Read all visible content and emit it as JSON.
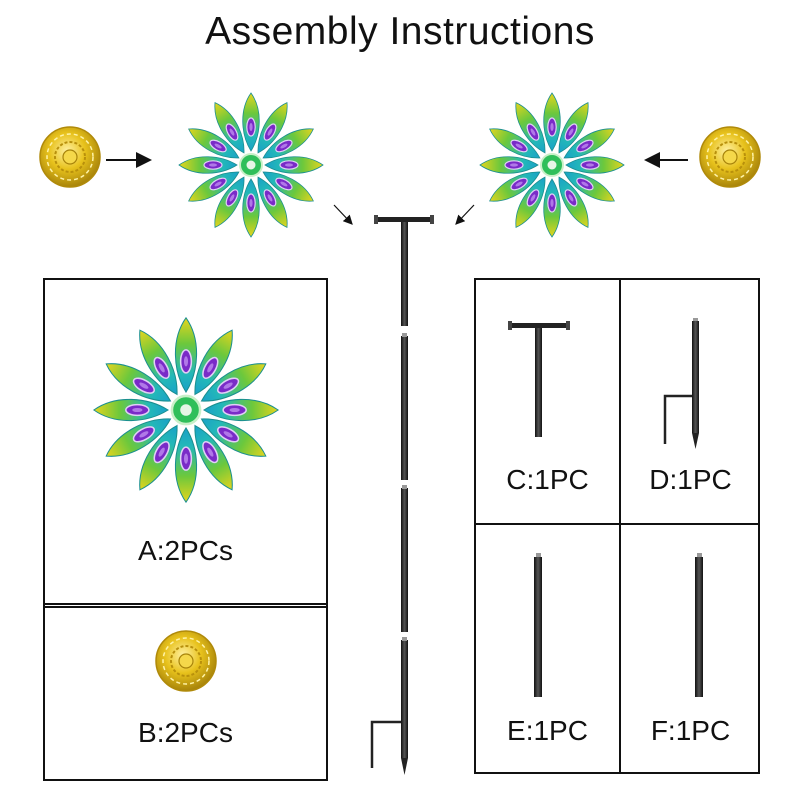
{
  "title": "Assembly Instructions",
  "parts": {
    "a": "A:2PCs",
    "b": "B:2PCs",
    "c": "C:1PC",
    "d": "D:1PC",
    "e": "E:1PC",
    "f": "F:1PC"
  },
  "colors": {
    "petal_teal": "#1bb5c0",
    "petal_green": "#5ec83a",
    "petal_yellow": "#e3d21f",
    "petal_purple": "#7a2bc8",
    "cap_gold": "#e8c21c",
    "pole": "#262626"
  }
}
